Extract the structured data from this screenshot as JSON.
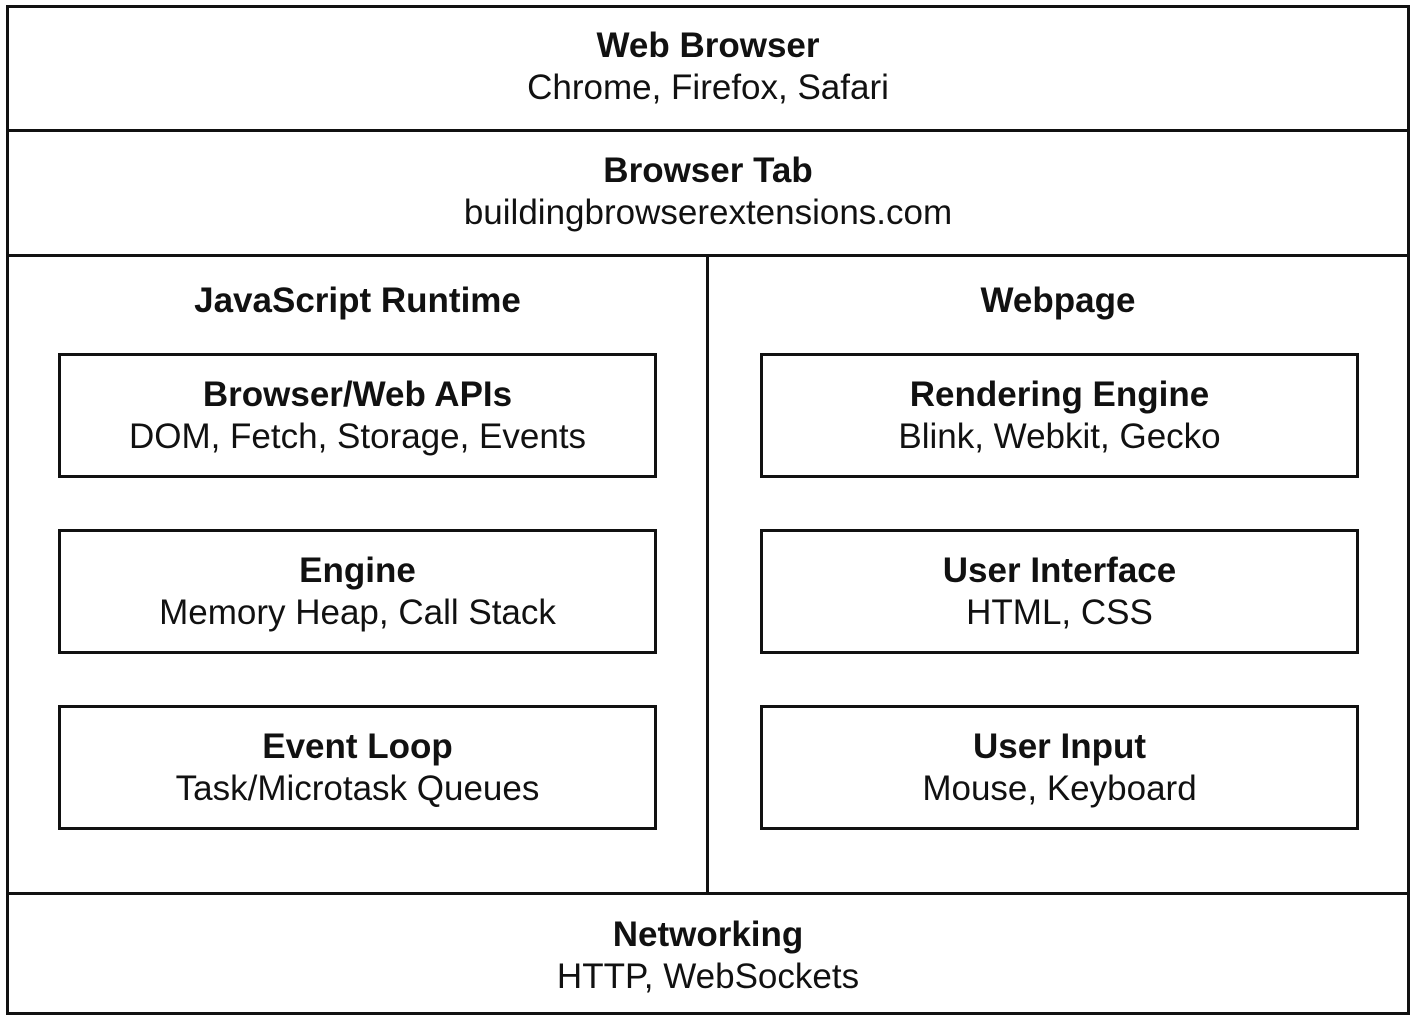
{
  "browser": {
    "title": "Web Browser",
    "subtitle": "Chrome, Firefox, Safari"
  },
  "tab": {
    "title": "Browser Tab",
    "subtitle": "buildingbrowserextensions.com"
  },
  "runtime": {
    "title": "JavaScript Runtime",
    "boxes": [
      {
        "title": "Browser/Web APIs",
        "subtitle": "DOM, Fetch, Storage, Events"
      },
      {
        "title": "Engine",
        "subtitle": "Memory Heap, Call Stack"
      },
      {
        "title": "Event Loop",
        "subtitle": "Task/Microtask Queues"
      }
    ]
  },
  "webpage": {
    "title": "Webpage",
    "boxes": [
      {
        "title": "Rendering Engine",
        "subtitle": "Blink, Webkit, Gecko"
      },
      {
        "title": "User Interface",
        "subtitle": "HTML, CSS"
      },
      {
        "title": "User Input",
        "subtitle": "Mouse, Keyboard"
      }
    ]
  },
  "networking": {
    "title": "Networking",
    "subtitle": "HTTP, WebSockets"
  }
}
